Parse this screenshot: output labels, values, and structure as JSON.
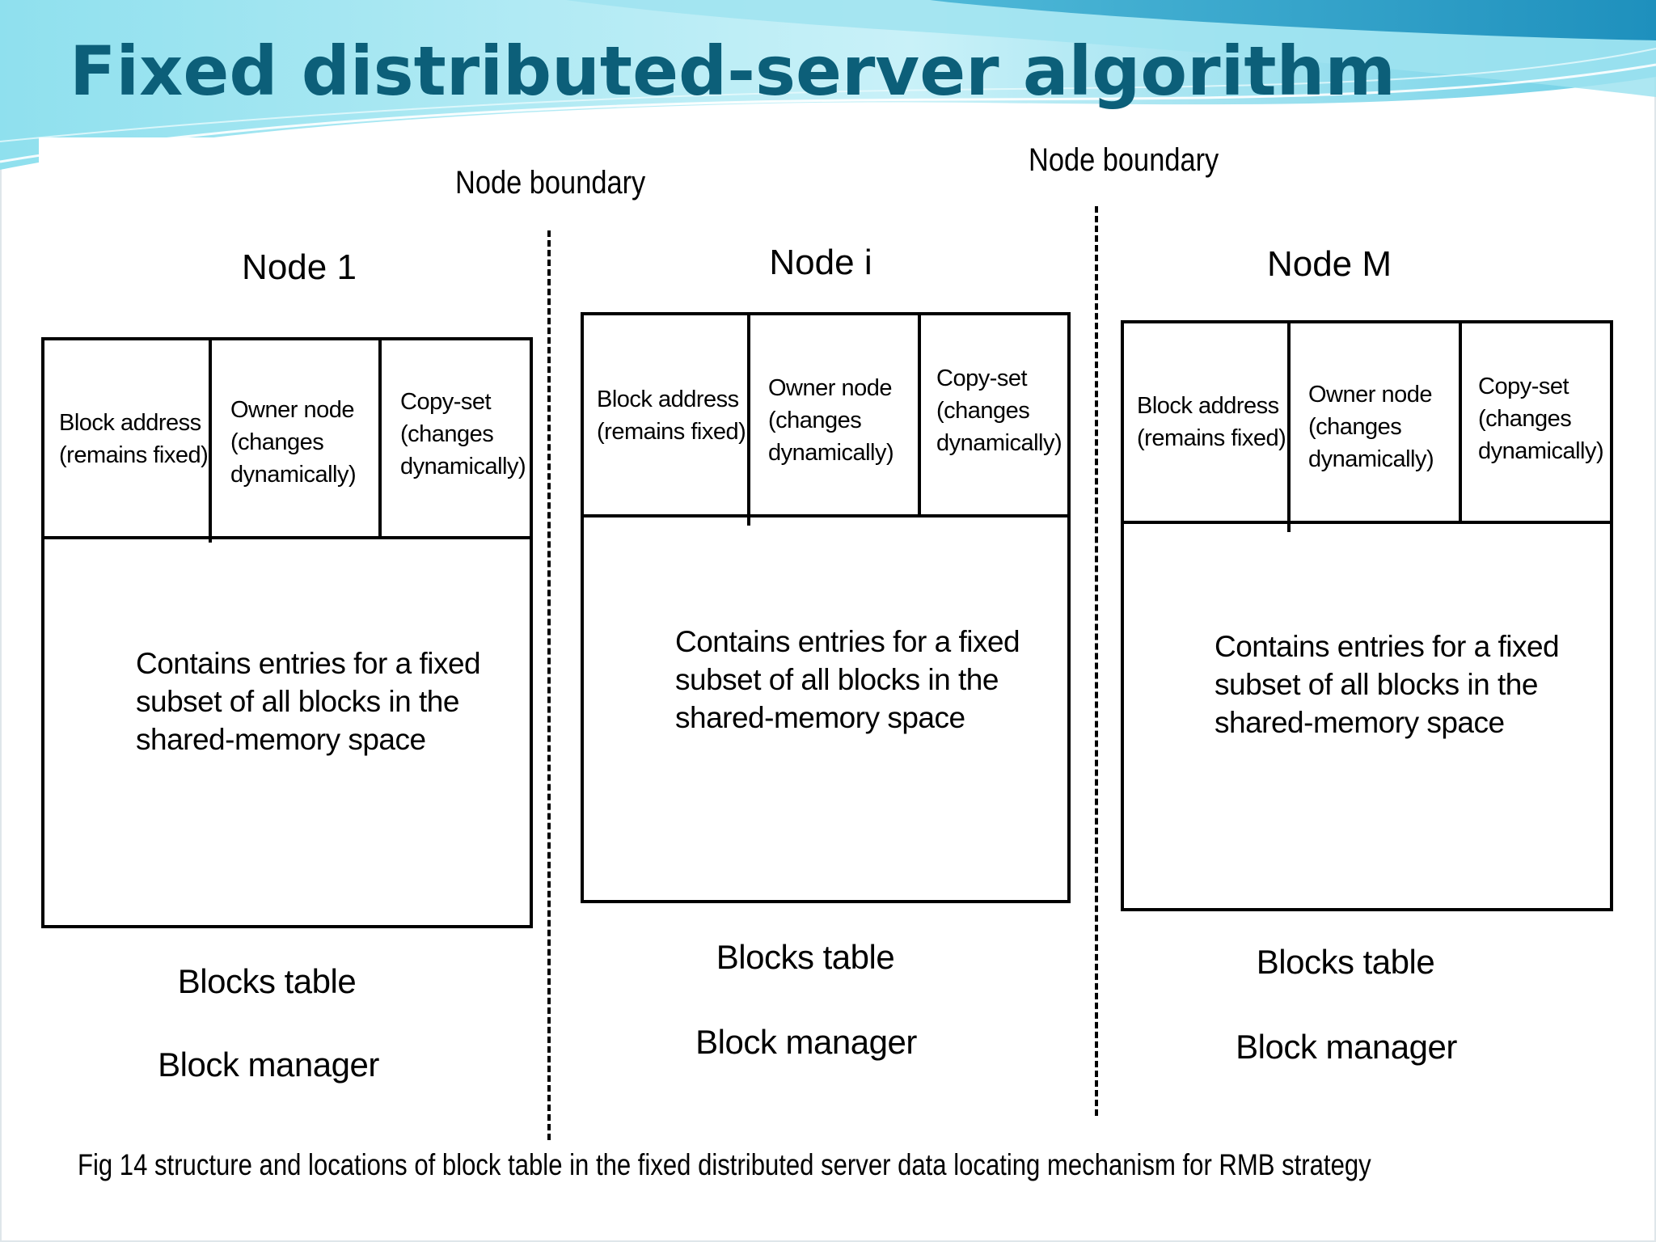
{
  "slide": {
    "title": "Fixed distributed-server algorithm",
    "colors": {
      "title": "#0c5f79",
      "wave_light": "#a8e6f2",
      "wave_mid": "#5ccbe0",
      "wave_dark": "#2ba6c8"
    }
  },
  "diagram": {
    "boundaries": [
      {
        "label": "Node boundary"
      },
      {
        "label": "Node boundary"
      }
    ],
    "nodes": [
      {
        "title": "Node 1",
        "columns": [
          "Block address\n(remains fixed)",
          "Owner node\n(changes\n dynamically)",
          "Copy-set\n(changes\ndynamically)"
        ],
        "body": "Contains entries for a fixed\nsubset of all blocks in the\nshared-memory space",
        "table_label": "Blocks table",
        "manager_label": "Block manager"
      },
      {
        "title": "Node i",
        "columns": [
          "Block address\n(remains fixed)",
          "Owner node\n(changes\n dynamically)",
          "Copy-set\n(changes\ndynamically)"
        ],
        "body": "Contains entries for a fixed\nsubset of all blocks in the\nshared-memory space",
        "table_label": "Blocks table",
        "manager_label": "Block manager"
      },
      {
        "title": "Node M",
        "columns": [
          "Block address\n(remains fixed)",
          "Owner node\n(changes\n dynamically)",
          "Copy-set\n(changes\ndynamically)"
        ],
        "body": "Contains entries for a fixed\nsubset of all blocks in the\nshared-memory space",
        "table_label": "Blocks table",
        "manager_label": "Block manager"
      }
    ],
    "caption": "Fig 14 structure and locations of block table in the fixed distributed server data locating mechanism for RMB strategy"
  }
}
